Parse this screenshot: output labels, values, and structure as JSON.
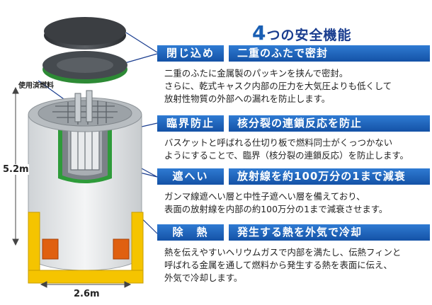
{
  "title": {
    "number": "4",
    "text": "つの安全機能"
  },
  "labels": {
    "spent_fuel": "使用済燃料",
    "height": "5.2m",
    "width": "2.6m"
  },
  "functions": [
    {
      "category": "閉じ込め",
      "heading": "二重のふたで密封",
      "lines": [
        "二重のふたに金属製のパッキンを挟んで密封。",
        "さらに、乾式キャスク内部の圧力を大気圧よりも低くして",
        "放射性物質の外部への漏れを防止します。"
      ]
    },
    {
      "category": "臨界防止",
      "heading": "核分裂の連鎖反応を防止",
      "lines": [
        "バスケットと呼ばれる仕切り板で燃料同士がくっつかない",
        "ようにすることで、臨界（核分裂の連鎖反応）を防止します。"
      ]
    },
    {
      "category": "遮へい",
      "heading": "放射線を約100万分の1まで減衰",
      "lines": [
        "ガンマ線遮へい層と中性子遮へい層を備えており、",
        "表面の放射線を内部の約100万分の1まで減衰させます。"
      ]
    },
    {
      "category": "除　熱",
      "heading": "発生する熱を外気で冷却",
      "lines": [
        "熱を伝えやすいヘリウムガスで内部を満たし、伝熱フィンと",
        "呼ばれる金属を通して燃料から発生する熱を表面に伝え、",
        "外気で冷却します。"
      ]
    }
  ],
  "colors": {
    "accent": "#1a5fb4",
    "band": "#2f7bd3",
    "shield_green": "#2e9b3a",
    "frame_yellow": "#f5c400"
  }
}
